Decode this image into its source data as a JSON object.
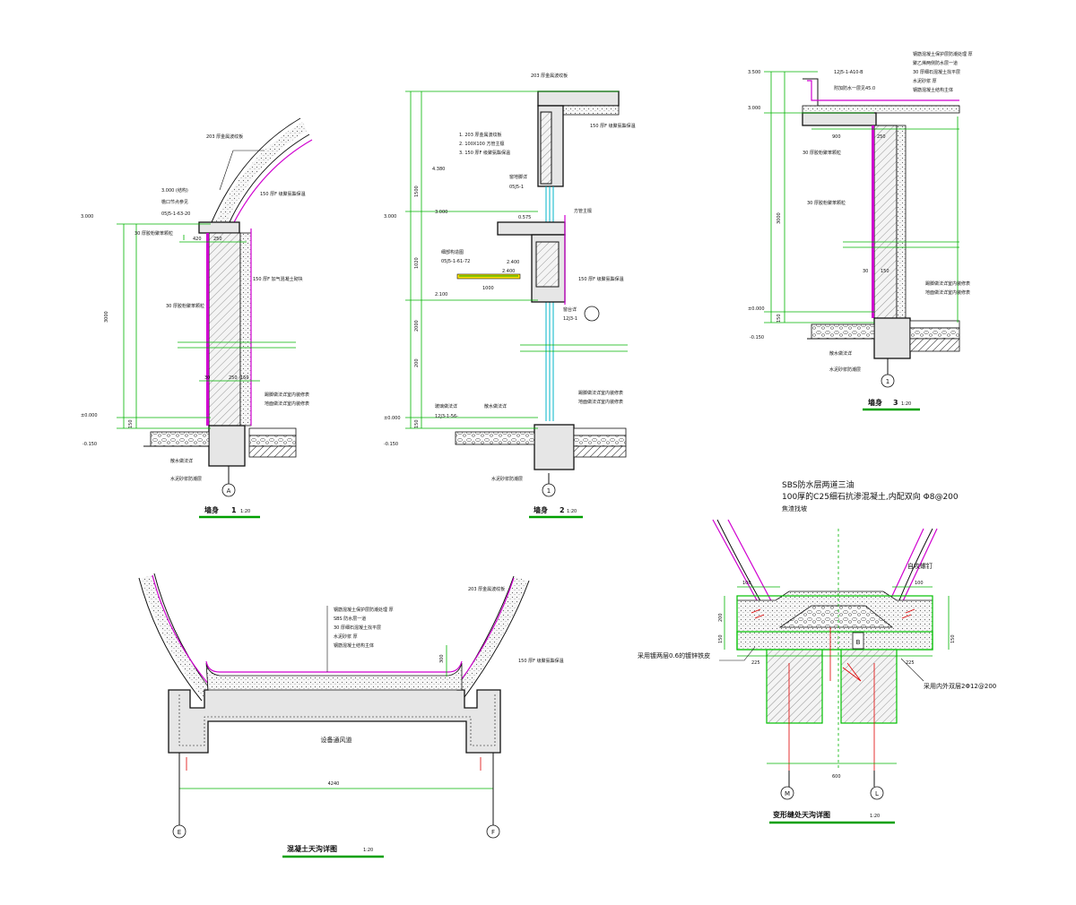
{
  "details": {
    "wall1": {
      "title": "墙身",
      "number": "1",
      "scale": "1:20",
      "axis": "A",
      "elev_top": "3.000",
      "elev_zero": "±0.000",
      "elev_low": "-0.150",
      "dims": [
        "3000",
        "150"
      ],
      "notes": [
        "203 厚金属波纹板",
        "3.000 (结构)",
        "檐口节点参见",
        "05J5-1-63-20",
        "30 厚胶粉聚苯颗粒",
        "150 厚F 加气混凝土砌块",
        "150 厚F 级聚氨酯保温",
        "30 厚胶粉聚苯颗粒",
        "踢脚做法详室内装修表",
        "地面做法详室内装修表",
        "散水做法详",
        "水泥砂浆防潮层"
      ],
      "small_dims": [
        "420",
        "250",
        "150",
        "30"
      ]
    },
    "wall2": {
      "title": "墙身",
      "number": "2",
      "scale": "1:20",
      "axis": "1",
      "elev_top": "3.000",
      "elev_zero": "±0.000",
      "elev_low": "-0.150",
      "elev_mid": [
        "4.380",
        "3.000",
        "2.400",
        "2.100",
        "0.575"
      ],
      "dims": [
        "1500",
        "1020",
        "2000",
        "200",
        "150"
      ],
      "notes": [
        "203 厚金属波纹板",
        "150 厚F 级聚氨酯保温",
        "1. 203 厚金属波纹板",
        "2. 100X100 方管主檩",
        "3. 150 厚F 级聚氨酯保温",
        "窗地脚详",
        "05J5-1",
        "方管主檩",
        "细部构造图",
        "05J5-1-61-72",
        "150 厚F 级聚氨酯保温",
        "窗台详",
        "12J3-1",
        "玻璃做法详",
        "12J3-1-56-",
        "散水做法详",
        "踢脚做法详室内装修表",
        "地面做法详室内装修表",
        "水泥砂浆防潮层"
      ],
      "bar_label": "2.400",
      "bar_dim": "1000"
    },
    "wall3": {
      "title": "墙身",
      "number": "3",
      "scale": "1:20",
      "axis": "1",
      "elev_top": "3.500",
      "elev_mid": "3.000",
      "elev_zero": "±0.000",
      "elev_low": "-0.150",
      "dims": [
        "3000",
        "150"
      ],
      "notes": [
        "钢筋混凝土保护层防潮处理 厚",
        "聚乙烯两侧防水层一道",
        "30 厚细石混凝土找平层",
        "水泥砂浆 厚",
        "钢筋混凝土结构主体",
        "12J5-1-A10-B",
        "附加防水一层见45.0",
        "30 厚胶粉聚苯颗粒",
        "30 厚胶粉聚苯颗粒",
        "踢脚做法详室内装修表",
        "地面做法详室内装修表",
        "散水做法详",
        "水泥砂浆防潮层"
      ],
      "small_dims": [
        "900",
        "250",
        "150",
        "30"
      ]
    },
    "gutter": {
      "title": "混凝土天沟详图",
      "scale": "1:20",
      "axes": [
        "E",
        "F"
      ],
      "center_label": "设备通风道",
      "width_dim": "4240",
      "notes": [
        "钢筋混凝土保护层防潮处理 厚",
        "SBS 防水层一道",
        "30 厚细石混凝土找平层",
        "水泥砂浆 厚",
        "钢筋混凝土结构主体",
        "203 厚金属波纹板",
        "150 厚F 级聚氨酯保温"
      ],
      "side_dims": [
        "300"
      ]
    },
    "joint": {
      "title": "变形缝处天沟详图",
      "scale": "1:20",
      "axes": [
        "M",
        "L"
      ],
      "notes": [
        "SBS防水层两道三油",
        "100厚的C25细石抗渗混凝土,内配双向 Φ8@200",
        "焦渣找坡",
        "自攻螺钉",
        "采用镀两层0.6的镀锌铁皮",
        "采用内外双层2Φ12@200"
      ],
      "dims": [
        "100",
        "600",
        "200",
        "150",
        "225"
      ],
      "mark": "B"
    }
  }
}
